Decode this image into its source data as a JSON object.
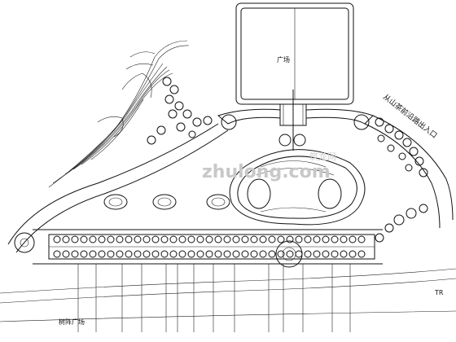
{
  "labels": {
    "main_road": "从山茶前沿路出入口",
    "north_plaza": "广场",
    "south_label_a": "树阵广场",
    "south_label_b": "TR",
    "watermark_main": "zhulong.com",
    "watermark_sub": "筑龙网"
  },
  "colors": {
    "line": "#111111",
    "background": "#ffffff",
    "watermark": "#c8c8c8"
  }
}
